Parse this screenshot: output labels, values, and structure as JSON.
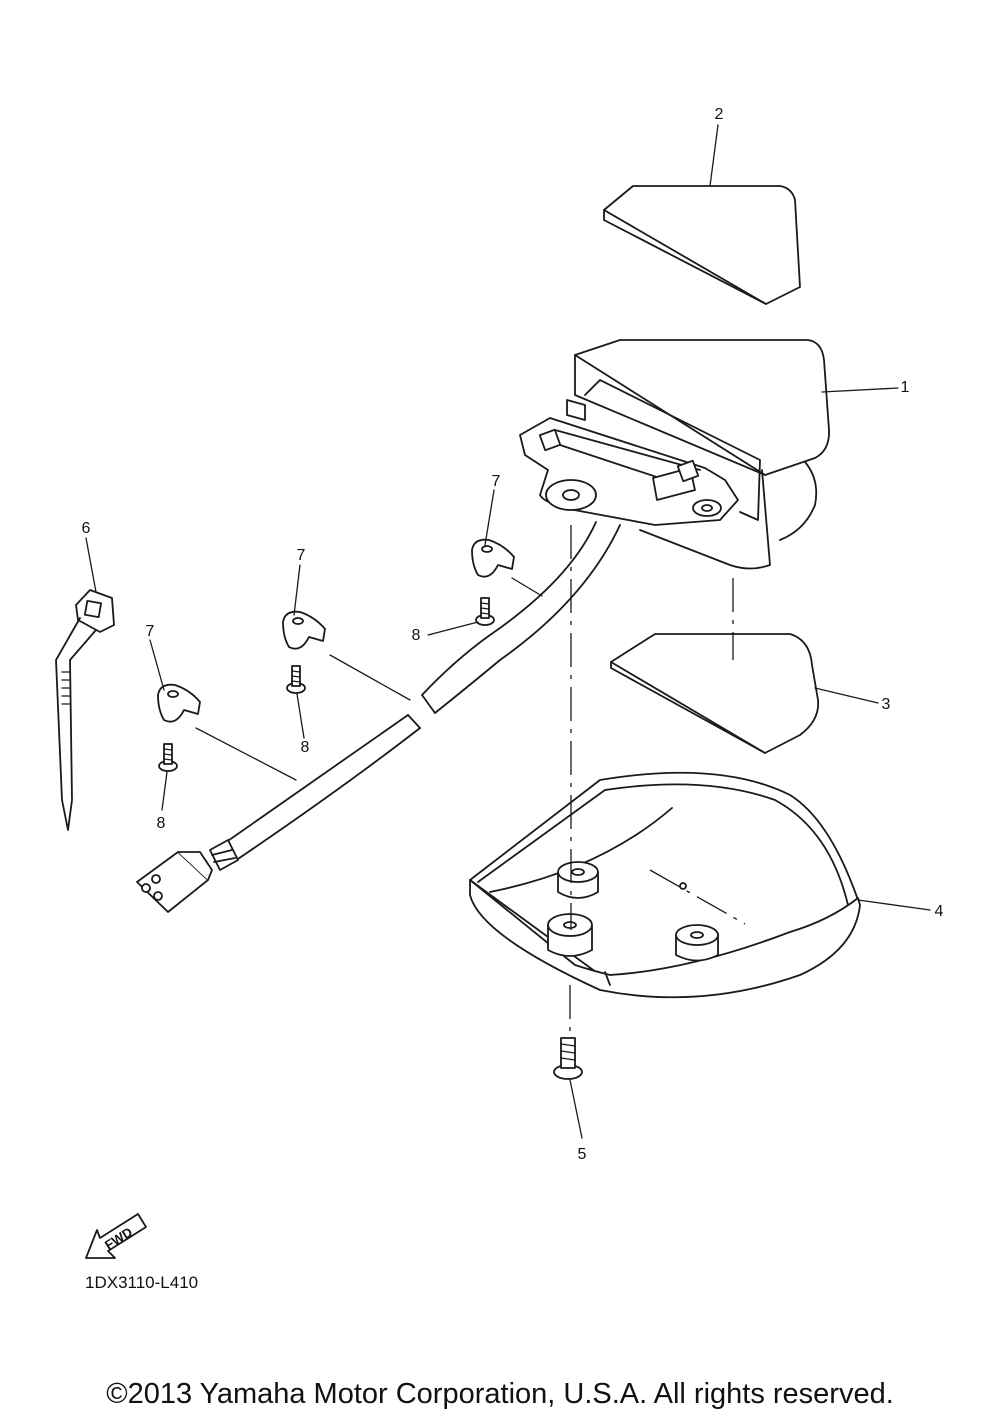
{
  "diagram": {
    "callouts": {
      "p1": "1",
      "p2": "2",
      "p3": "3",
      "p4": "4",
      "p5": "5",
      "p6": "6",
      "p7a": "7",
      "p7b": "7",
      "p7c": "7",
      "p8a": "8",
      "p8b": "8",
      "p8c": "8"
    },
    "fwd_label": "FWD",
    "drawing_code": "1DX3110-L410"
  },
  "footer": {
    "copyright": "©2013 Yamaha Motor Corporation, U.S.A. All rights reserved."
  }
}
